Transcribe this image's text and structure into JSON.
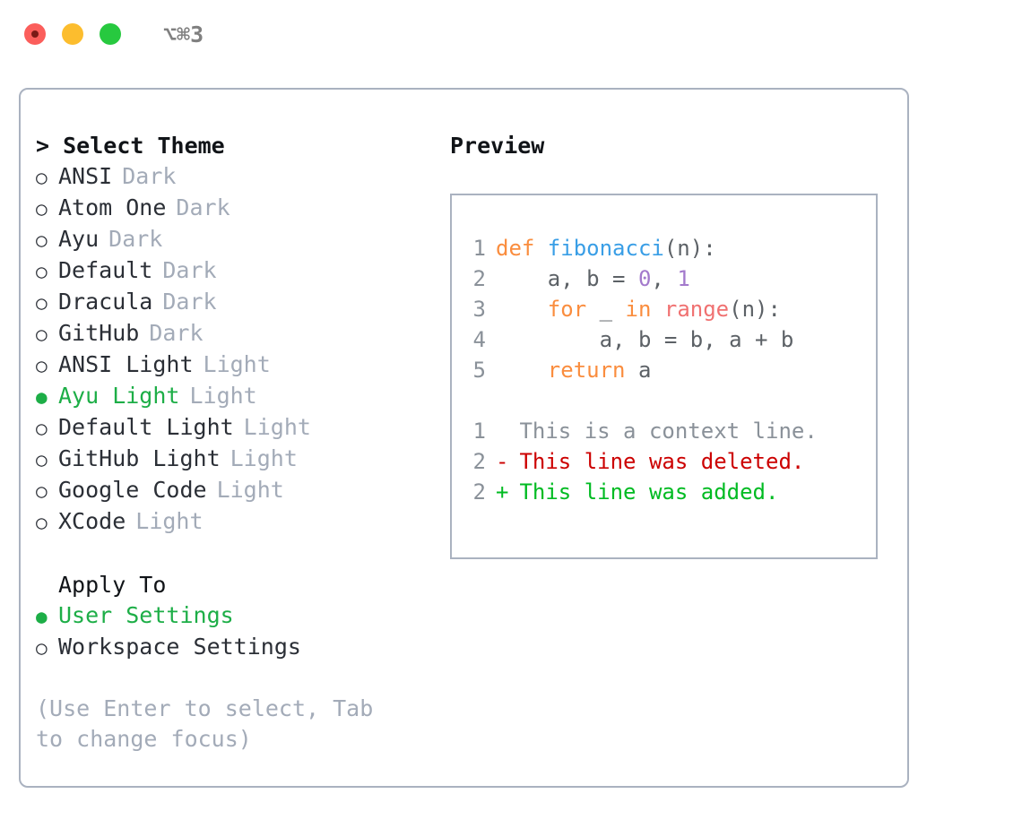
{
  "window": {
    "title": "⌥⌘3",
    "traffic_lights": [
      "close-red",
      "minimize-yellow",
      "maximize-green"
    ]
  },
  "colors": {
    "accent_green": "#1dae47",
    "muted_gray": "#a3abb8",
    "border": "#aab2c0",
    "code_fg": "#5c6166",
    "code_keyword": "#fa8d3e",
    "code_function": "#399ee6",
    "code_builtin": "#f07171",
    "code_number": "#a37acc",
    "gutter": "#8a9199",
    "diff_delete": "#cc0000",
    "diff_add": "#00bb22"
  },
  "left": {
    "heading_caret": "> ",
    "heading": "Select Theme",
    "markers": {
      "selected": "●",
      "unselected": "○"
    },
    "themes": [
      {
        "name": "ANSI",
        "category": "Dark",
        "selected": false
      },
      {
        "name": "Atom One",
        "category": "Dark",
        "selected": false
      },
      {
        "name": "Ayu",
        "category": "Dark",
        "selected": false
      },
      {
        "name": "Default",
        "category": "Dark",
        "selected": false
      },
      {
        "name": "Dracula",
        "category": "Dark",
        "selected": false
      },
      {
        "name": "GitHub",
        "category": "Dark",
        "selected": false
      },
      {
        "name": "ANSI Light",
        "category": "Light",
        "selected": false
      },
      {
        "name": "Ayu Light",
        "category": "Light",
        "selected": true
      },
      {
        "name": "Default Light",
        "category": "Light",
        "selected": false
      },
      {
        "name": "GitHub Light",
        "category": "Light",
        "selected": false
      },
      {
        "name": "Google Code",
        "category": "Light",
        "selected": false
      },
      {
        "name": "XCode",
        "category": "Light",
        "selected": false
      }
    ],
    "apply_to_heading": "Apply To",
    "apply_to": [
      {
        "name": "User Settings",
        "selected": true
      },
      {
        "name": "Workspace Settings",
        "selected": false
      }
    ],
    "hint": "(Use Enter to select, Tab to change focus)"
  },
  "right": {
    "preview_title": "Preview",
    "code_lines": [
      {
        "number": "1",
        "tokens": [
          {
            "text": "def ",
            "kind": "kw"
          },
          {
            "text": "fibonacci",
            "kind": "fn"
          },
          {
            "text": "(n):",
            "kind": "plain"
          }
        ]
      },
      {
        "number": "2",
        "tokens": [
          {
            "text": "    a, b = ",
            "kind": "plain"
          },
          {
            "text": "0",
            "kind": "num"
          },
          {
            "text": ", ",
            "kind": "plain"
          },
          {
            "text": "1",
            "kind": "num"
          }
        ]
      },
      {
        "number": "3",
        "tokens": [
          {
            "text": "    ",
            "kind": "plain"
          },
          {
            "text": "for",
            "kind": "kw"
          },
          {
            "text": " _ ",
            "kind": "plain"
          },
          {
            "text": "in",
            "kind": "kw"
          },
          {
            "text": " ",
            "kind": "plain"
          },
          {
            "text": "range",
            "kind": "bi"
          },
          {
            "text": "(n):",
            "kind": "plain"
          }
        ]
      },
      {
        "number": "4",
        "tokens": [
          {
            "text": "        a, b = b, a + b",
            "kind": "plain"
          }
        ]
      },
      {
        "number": "5",
        "tokens": [
          {
            "text": "    ",
            "kind": "plain"
          },
          {
            "text": "return",
            "kind": "kw"
          },
          {
            "text": " a",
            "kind": "plain"
          }
        ]
      }
    ],
    "diff_lines": [
      {
        "number": "1",
        "sign": " ",
        "text": "This is a context line.",
        "kind": "ctx"
      },
      {
        "number": "2",
        "sign": "-",
        "text": "This line was deleted.",
        "kind": "del"
      },
      {
        "number": "2",
        "sign": "+",
        "text": "This line was added.",
        "kind": "add"
      }
    ]
  }
}
